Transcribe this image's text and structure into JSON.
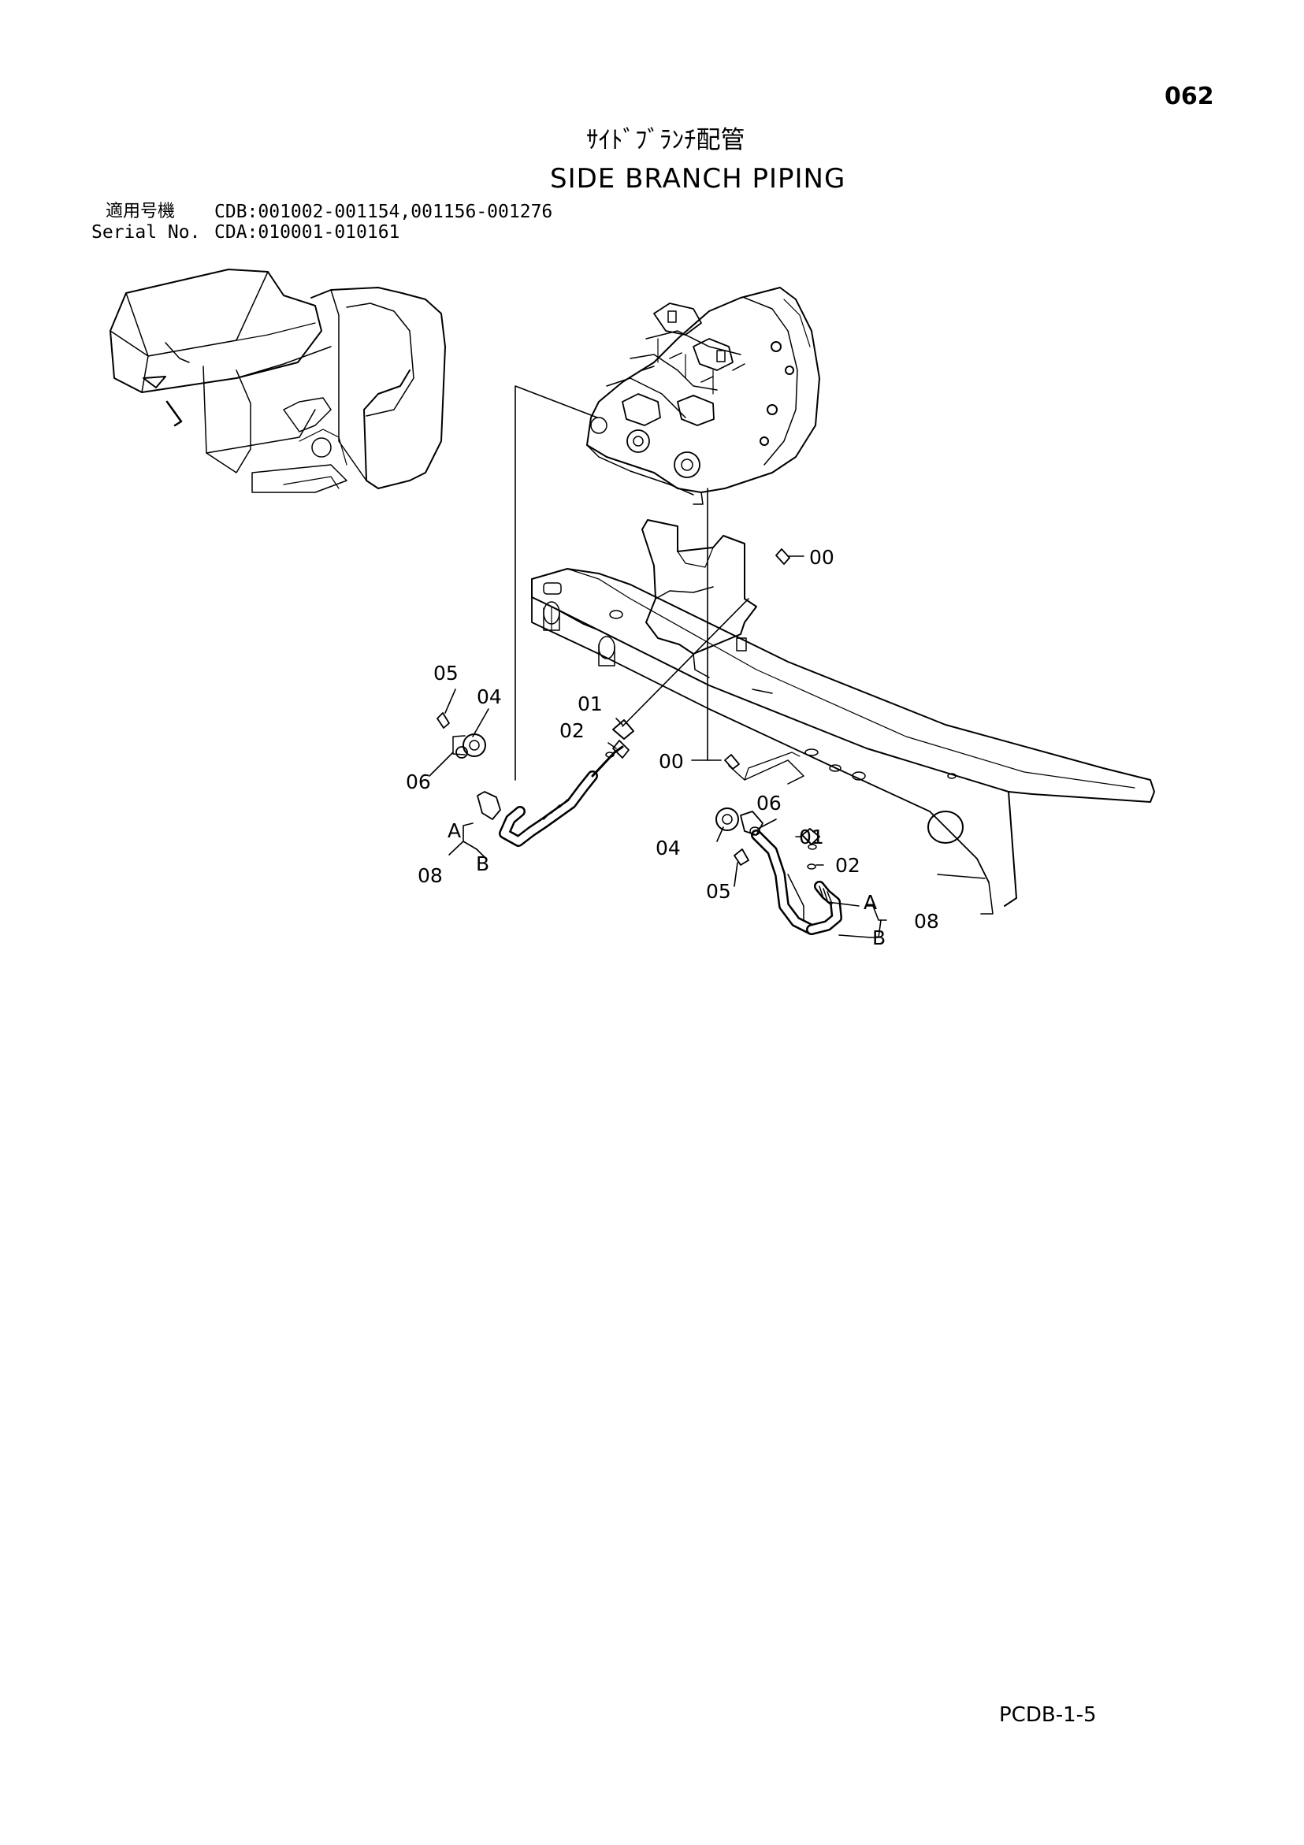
{
  "page_number": "062",
  "title_ja": "ｻｲﾄﾞﾌﾞﾗﾝﾁ配管",
  "title_en": "SIDE BRANCH PIPING",
  "serial_ja_label": "適用号機",
  "serial_ja_value": "CDB:001002-001154,001156-001276",
  "serial_en_label": "Serial No.",
  "serial_en_value": "CDA:010001-010161",
  "page_code": "PCDB-1-5",
  "part_labels": [
    {
      "text": "00"
    },
    {
      "text": "05"
    },
    {
      "text": "04"
    },
    {
      "text": "01"
    },
    {
      "text": "02"
    },
    {
      "text": "06"
    },
    {
      "text": "00"
    },
    {
      "text": "A"
    },
    {
      "text": "B"
    },
    {
      "text": "08"
    },
    {
      "text": "06"
    },
    {
      "text": "01"
    },
    {
      "text": "04"
    },
    {
      "text": "02"
    },
    {
      "text": "05"
    },
    {
      "text": "A"
    },
    {
      "text": "08"
    },
    {
      "text": "B"
    }
  ]
}
